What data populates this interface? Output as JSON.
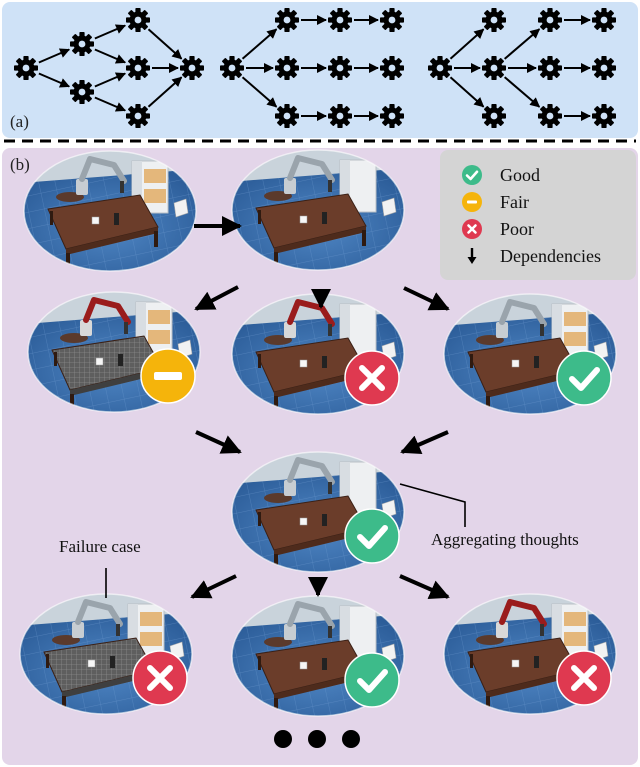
{
  "panel_a_label": "(a)",
  "panel_b_label": "(b)",
  "legend": {
    "good": "Good",
    "fair": "Fair",
    "poor": "Poor",
    "dependencies": "Dependencies"
  },
  "annotations": {
    "failure_case": "Failure case",
    "aggregating": "Aggregating thoughts"
  },
  "colors": {
    "good": "#3dbb8a",
    "fair": "#f5b40b",
    "poor": "#df3950",
    "top_panel": "#cfe2f7",
    "bottom_panel": "#e3d5e9",
    "legend_bg": "#d4d4d4"
  },
  "scenes": [
    {
      "id": "s0",
      "status": "none"
    },
    {
      "id": "s1",
      "status": "none"
    },
    {
      "id": "s2",
      "status": "fair"
    },
    {
      "id": "s3",
      "status": "poor"
    },
    {
      "id": "s4",
      "status": "good"
    },
    {
      "id": "s5",
      "status": "good"
    },
    {
      "id": "s6",
      "status": "poor"
    },
    {
      "id": "s7",
      "status": "good"
    },
    {
      "id": "s8",
      "status": "poor"
    }
  ]
}
